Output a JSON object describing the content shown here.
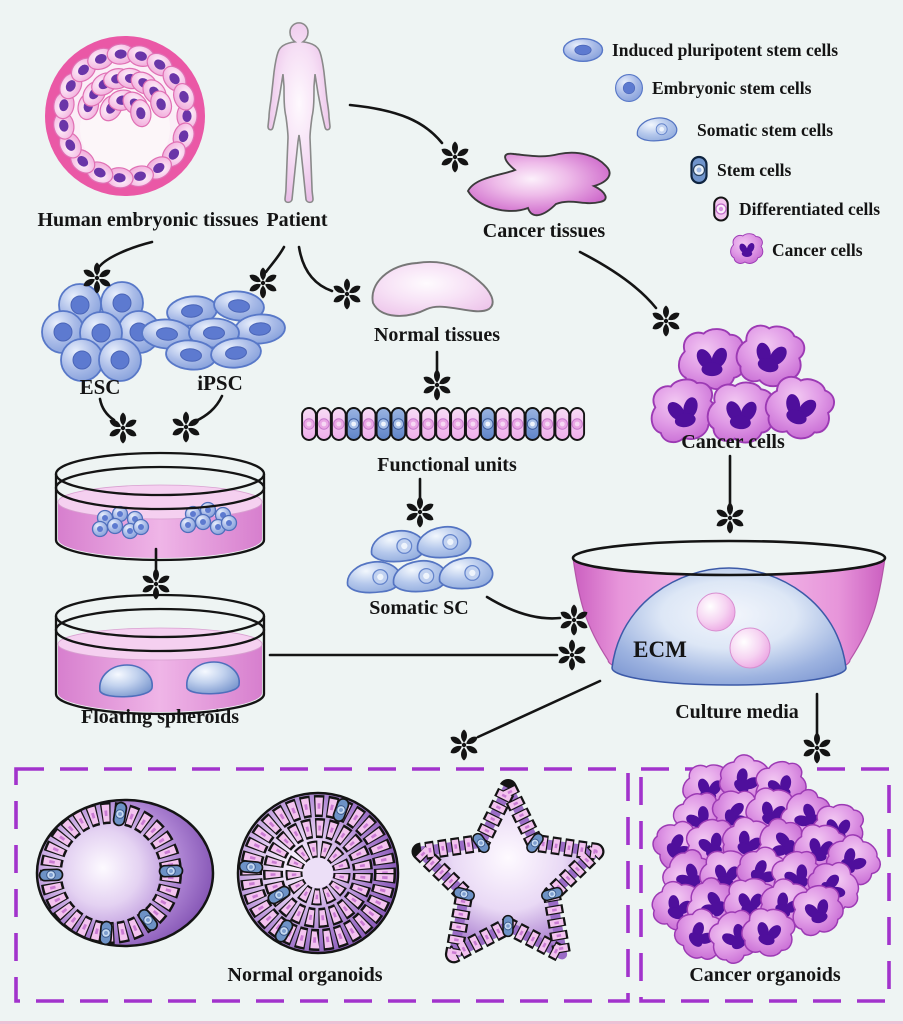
{
  "background_color": "#eef4f3",
  "icons": {
    "process_step": "six-petal-asterisk",
    "legend_item_icons": [
      "ipsc-cell-icon",
      "esc-cell-icon",
      "somatic-cell-icon",
      "stem-cell-unit-icon",
      "differentiated-cell-unit-icon",
      "cancer-cell-icon"
    ]
  },
  "accent_colors": {
    "blastocyst_ring": "#ea58a6",
    "stem_cell_blue": "#7e9ad8",
    "tissue_pink": "#edc4ea",
    "cancer_purple": "#c567d2",
    "organoid_purple": "#8452b4",
    "dashed_box_border": "#a233cc",
    "arrow_black": "#141414"
  },
  "legend": {
    "items": [
      {
        "label": "Induced pluripotent stem cells",
        "icon": "ipsc-cell-icon"
      },
      {
        "label": "Embryonic stem cells",
        "icon": "esc-cell-icon"
      },
      {
        "label": "Somatic stem cells",
        "icon": "somatic-cell-icon"
      },
      {
        "label": "Stem cells",
        "icon": "stem-cell-unit-icon"
      },
      {
        "label": "Differentiated cells",
        "icon": "differentiated-cell-unit-icon"
      },
      {
        "label": "Cancer cells",
        "icon": "cancer-cell-icon"
      }
    ]
  },
  "nodes": {
    "human_embryonic_tissues": "Human embryonic tissues",
    "patient": "Patient",
    "cancer_tissues": "Cancer tissues",
    "normal_tissues": "Normal tissues",
    "esc": "ESC",
    "ipsc": "iPSC",
    "functional_units": "Functional units",
    "somatic_sc": "Somatic SC",
    "cancer_cells": "Cancer cells",
    "floating_spheroids": "Floating spheroids",
    "ecm": "ECM",
    "culture_media": "Culture media",
    "normal_organoids": "Normal organoids",
    "cancer_organoids": "Cancer organoids"
  },
  "functional_units_row": {
    "cell_count": 19,
    "sequence_d_differentiated_s_stem": "DDDSDSSDDDDDSDDSDDD"
  },
  "counts": {
    "esc_cluster_cells": 7,
    "ipsc_cluster_cells": 7,
    "somatic_sc_cells": 5,
    "cancer_cells_cluster": 5,
    "floating_spheroids": 2,
    "ecm_spheres": 2,
    "normal_organoid_types": 3
  }
}
